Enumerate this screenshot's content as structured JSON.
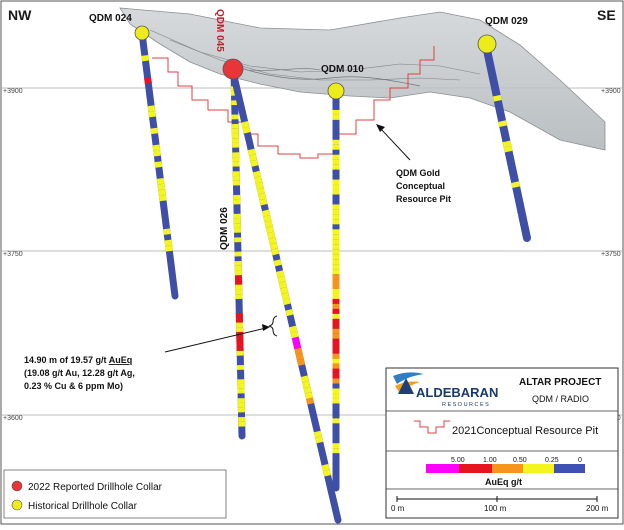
{
  "header": {
    "left_dir": "NW",
    "right_dir": "SE"
  },
  "elevations": {
    "e3900": "+3900",
    "e3750": "+3750",
    "e3600": "+3600"
  },
  "holes": {
    "qdm024": "QDM 024",
    "qdm045": "QDM 045",
    "qdm010": "QDM 010",
    "qdm029": "QDM 029",
    "qdm026": "QDM 026"
  },
  "pit_annotation": {
    "line1": "QDM Gold",
    "line2": "Conceptual",
    "line3": "Resource Pit"
  },
  "intercept": {
    "line1": "14.90 m of 19.57 g/t ",
    "line1_u": "AuEq",
    "line2": "(19.08 g/t Au, 12.28 g/t Ag,",
    "line3": "0.23 % Cu & 6 ppm Mo)"
  },
  "legend": {
    "collar_2022": "2022 Reported Drillhole Collar",
    "collar_hist": "Historical Drillhole Collar"
  },
  "info_box": {
    "logo_main": "ALDEBARAN",
    "logo_sub": "RESOURCES",
    "project": "ALTAR PROJECT",
    "area": "QDM / RADIO",
    "pit_label": "2021Conceptual Resource Pit",
    "scale_ticks": [
      "5.00",
      "1.00",
      "0.50",
      "0.25",
      "0"
    ],
    "scale_title": "AuEq g/t",
    "bar_labels": [
      "0 m",
      "100 m",
      "200 m"
    ]
  },
  "colors": {
    "red_collar": "#e8353a",
    "yellow_collar": "#ecec1a",
    "hole_blue": "#3e4fa5",
    "pit_line": "#e04040",
    "grade_magenta": "#ff00ff",
    "grade_red": "#e6141e",
    "grade_orange": "#f7941d",
    "grade_yellow": "#f4f41e",
    "grade_blue": "#3f51b5"
  }
}
